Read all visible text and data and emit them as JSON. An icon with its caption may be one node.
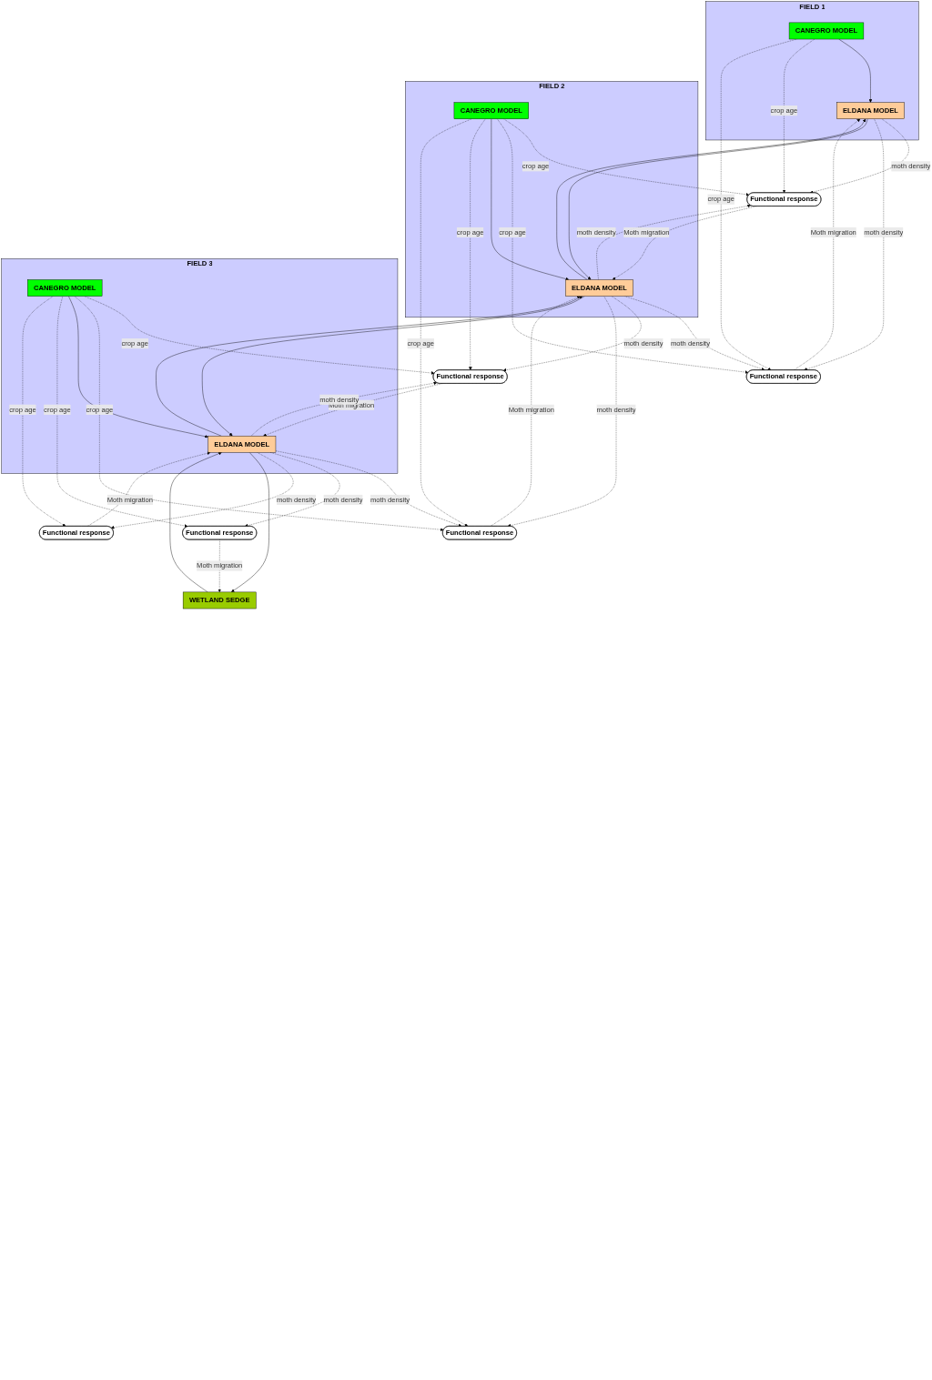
{
  "diagram": {
    "nodes": [
      {
        "text": [
          "FIELD 1"
        ]
      },
      {
        "text": [
          "CANEGRO MODEL"
        ],
        "in": 0
      },
      {
        "text": [
          "ELDANA MODEL"
        ],
        "in": 0
      },
      {
        "text": [
          "Functional response"
        ]
      },
      {
        "text": [
          "Functional response"
        ]
      },
      {
        "text": [
          "FIELD 2"
        ]
      },
      {
        "text": [
          "CANEGRO MODEL"
        ],
        "in": 5
      },
      {
        "text": [
          "ELDANA MODEL"
        ],
        "in": 5
      },
      {
        "text": [
          "Functional response"
        ]
      },
      {
        "text": [
          "Functional response"
        ]
      },
      {
        "text": [
          "FIELD 3"
        ]
      },
      {
        "text": [
          "CANEGRO MODEL"
        ],
        "in": 10
      },
      {
        "text": [
          "ELDANA MODEL"
        ],
        "in": 10
      },
      {
        "text": [
          "Functional response"
        ]
      },
      {
        "text": [
          "Functional response"
        ]
      },
      {
        "text": [
          "WETLAND SEDGE"
        ]
      }
    ],
    "edges": [
      {
        "from": 1,
        "to": 2,
        "arrow": "to"
      },
      {
        "from": 1,
        "to": 3,
        "arrow": "to",
        "label": "crop age",
        "style": "dashed"
      },
      {
        "from": 1,
        "to": 4,
        "arrow": "to",
        "label": "crop age",
        "style": "dashed"
      },
      {
        "from": 2,
        "to": 3,
        "arrow": "to",
        "label": "moth density",
        "style": "dashed"
      },
      {
        "from": 2,
        "to": 4,
        "arrow": "to",
        "label": "moth density",
        "style": "dashed"
      },
      {
        "from": 2,
        "to": 7,
        "arrow": "to"
      },
      {
        "from": 3,
        "to": 7,
        "arrow": "to",
        "label": "Moth migration",
        "style": "dashed"
      },
      {
        "from": 4,
        "to": 2,
        "arrow": "to",
        "label": "Moth migration",
        "style": "dashed"
      },
      {
        "from": 7,
        "to": 2,
        "arrow": "to"
      },
      {
        "from": 6,
        "to": 3,
        "arrow": "to",
        "label": "crop age",
        "style": "dashed"
      },
      {
        "from": 7,
        "to": 3,
        "arrow": "to",
        "label": "moth density",
        "style": "dashed"
      },
      {
        "from": 7,
        "to": 4,
        "arrow": "to",
        "label": "moth density",
        "style": "dashed"
      },
      {
        "from": 6,
        "to": 4,
        "arrow": "to",
        "label": "crop age",
        "style": "dashed"
      },
      {
        "from": 6,
        "to": 7,
        "arrow": "to"
      },
      {
        "from": 6,
        "to": 8,
        "arrow": "to",
        "label": "crop age",
        "style": "dashed"
      },
      {
        "from": 6,
        "to": 9,
        "arrow": "to",
        "label": "crop age",
        "style": "dashed"
      },
      {
        "from": 7,
        "to": 8,
        "arrow": "to",
        "label": "moth density",
        "style": "dashed"
      },
      {
        "from": 7,
        "to": 9,
        "arrow": "to",
        "label": "moth density",
        "style": "dashed"
      },
      {
        "from": 7,
        "to": 12,
        "arrow": "to"
      },
      {
        "from": 8,
        "to": 12,
        "arrow": "to",
        "label": "Moth migration",
        "style": "dashed"
      },
      {
        "from": 9,
        "to": 7,
        "arrow": "to",
        "label": "Moth migration",
        "style": "dashed"
      },
      {
        "from": 12,
        "to": 7,
        "arrow": "to"
      },
      {
        "from": 11,
        "to": 8,
        "arrow": "to",
        "label": "crop age",
        "style": "dashed"
      },
      {
        "from": 12,
        "to": 8,
        "arrow": "to",
        "label": "moth density",
        "style": "dashed"
      },
      {
        "from": 11,
        "to": 9,
        "arrow": "to",
        "label": "crop age",
        "style": "dashed"
      },
      {
        "from": 12,
        "to": 9,
        "arrow": "to",
        "label": "moth density",
        "style": "dashed"
      },
      {
        "from": 11,
        "to": 12,
        "arrow": "to"
      },
      {
        "from": 11,
        "to": 13,
        "arrow": "to",
        "label": "crop age",
        "style": "dashed"
      },
      {
        "from": 11,
        "to": 14,
        "arrow": "to",
        "label": "crop age",
        "style": "dashed"
      },
      {
        "from": 12,
        "to": 13,
        "arrow": "to",
        "label": "moth density",
        "style": "dashed"
      },
      {
        "from": 12,
        "to": 14,
        "arrow": "to",
        "label": "moth density",
        "style": "dashed"
      },
      {
        "from": 12,
        "to": 15,
        "arrow": "to"
      },
      {
        "from": 13,
        "to": 15,
        "arrow": "to",
        "label": "Moth migration",
        "style": "dashed"
      },
      {
        "from": 14,
        "to": 12,
        "arrow": "to",
        "label": "Moth migration",
        "style": "dashed"
      },
      {
        "from": 15,
        "to": 12,
        "arrow": "to"
      }
    ]
  }
}
